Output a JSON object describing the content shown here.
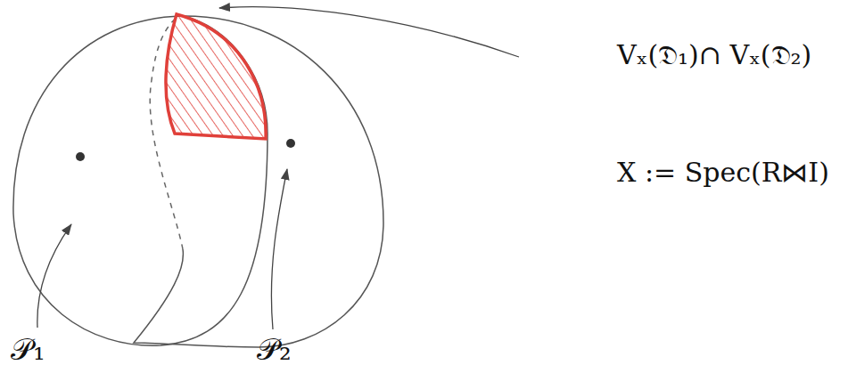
{
  "diagram": {
    "labels": [
      "Vₓ(𝔇₁)∩ Vₓ(𝔇₂)",
      "X := Spec(R⋈I)",
      "𝒫₁",
      "𝒫₂"
    ]
  }
}
